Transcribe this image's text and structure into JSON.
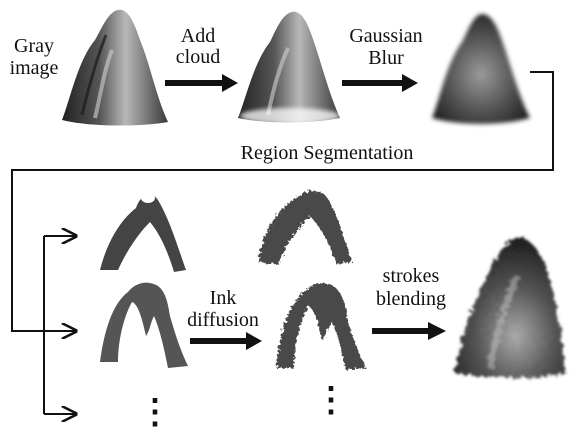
{
  "labels": {
    "gray_line1": "Gray",
    "gray_line2": "image",
    "add_line1": "Add",
    "add_line2": "cloud",
    "gauss_line1": "Gaussian",
    "gauss_line2": "Blur",
    "region_seg": "Region Segmentation",
    "ink_line1": "Ink",
    "ink_line2": "diffusion",
    "strokes_line1": "strokes",
    "strokes_line2": "blending",
    "ellipsis": "⋮"
  },
  "colors": {
    "ink": "#111111",
    "mountain_dark": "#2a2a2a",
    "mountain_mid": "#6e6e6e",
    "mountain_light": "#bdbdbd",
    "region_fill": "#555555"
  }
}
